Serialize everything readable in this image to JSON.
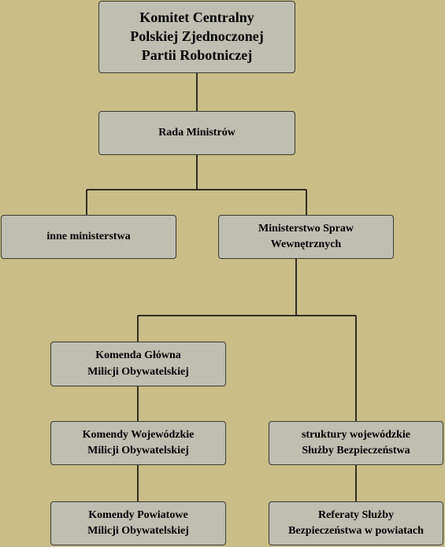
{
  "colors": {
    "background": "#c9bd88",
    "box_fill": "#bebeb1",
    "box_border": "#3a3a33",
    "connector": "#000000",
    "text": "#000000"
  },
  "nodes": {
    "kc_pzpr": {
      "lines": [
        "Komitet Centralny",
        "Polskiej Zjednoczonej",
        "Partii Robotniczej"
      ]
    },
    "rada_ministrow": {
      "lines": [
        "Rada Ministrów"
      ]
    },
    "inne_ministerstwa": {
      "lines": [
        "inne ministerstwa"
      ]
    },
    "msw": {
      "lines": [
        "Ministerstwo Spraw",
        "Wewnętrznych"
      ]
    },
    "kg_mo": {
      "lines": [
        "Komenda Główna",
        "Milicji Obywatelskiej"
      ]
    },
    "kw_mo": {
      "lines": [
        "Komendy Wojewódzkie",
        "Milicji Obywatelskiej"
      ]
    },
    "kp_mo": {
      "lines": [
        "Komendy Powiatowe",
        "Milicji Obywatelskiej"
      ]
    },
    "sb_woj": {
      "lines": [
        "struktury wojewódzkie",
        "Służby Bezpieczeństwa"
      ]
    },
    "sb_pow": {
      "lines": [
        "Referaty Służby",
        "Bezpieczeństwa w powiatach"
      ]
    }
  }
}
